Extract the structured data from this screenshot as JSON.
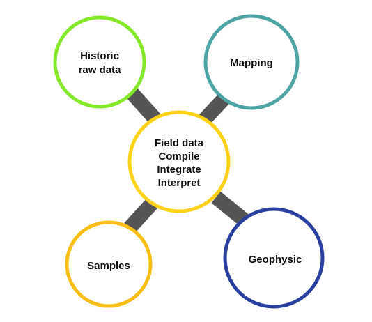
{
  "nodes": {
    "center": {
      "lines": [
        "Field data",
        "Compile",
        "Integrate",
        "Interpret"
      ],
      "color": "#FFD21A"
    },
    "historic": {
      "lines": [
        "Historic",
        "raw data"
      ],
      "color": "#86E82A"
    },
    "mapping": {
      "lines": [
        "Mapping"
      ],
      "color": "#4EA3A3"
    },
    "samples": {
      "lines": [
        "Samples"
      ],
      "color": "#F9BE14"
    },
    "geophysic": {
      "lines": [
        "Geophysic"
      ],
      "color": "#2A3F9E"
    }
  },
  "connector_color": "#555555"
}
